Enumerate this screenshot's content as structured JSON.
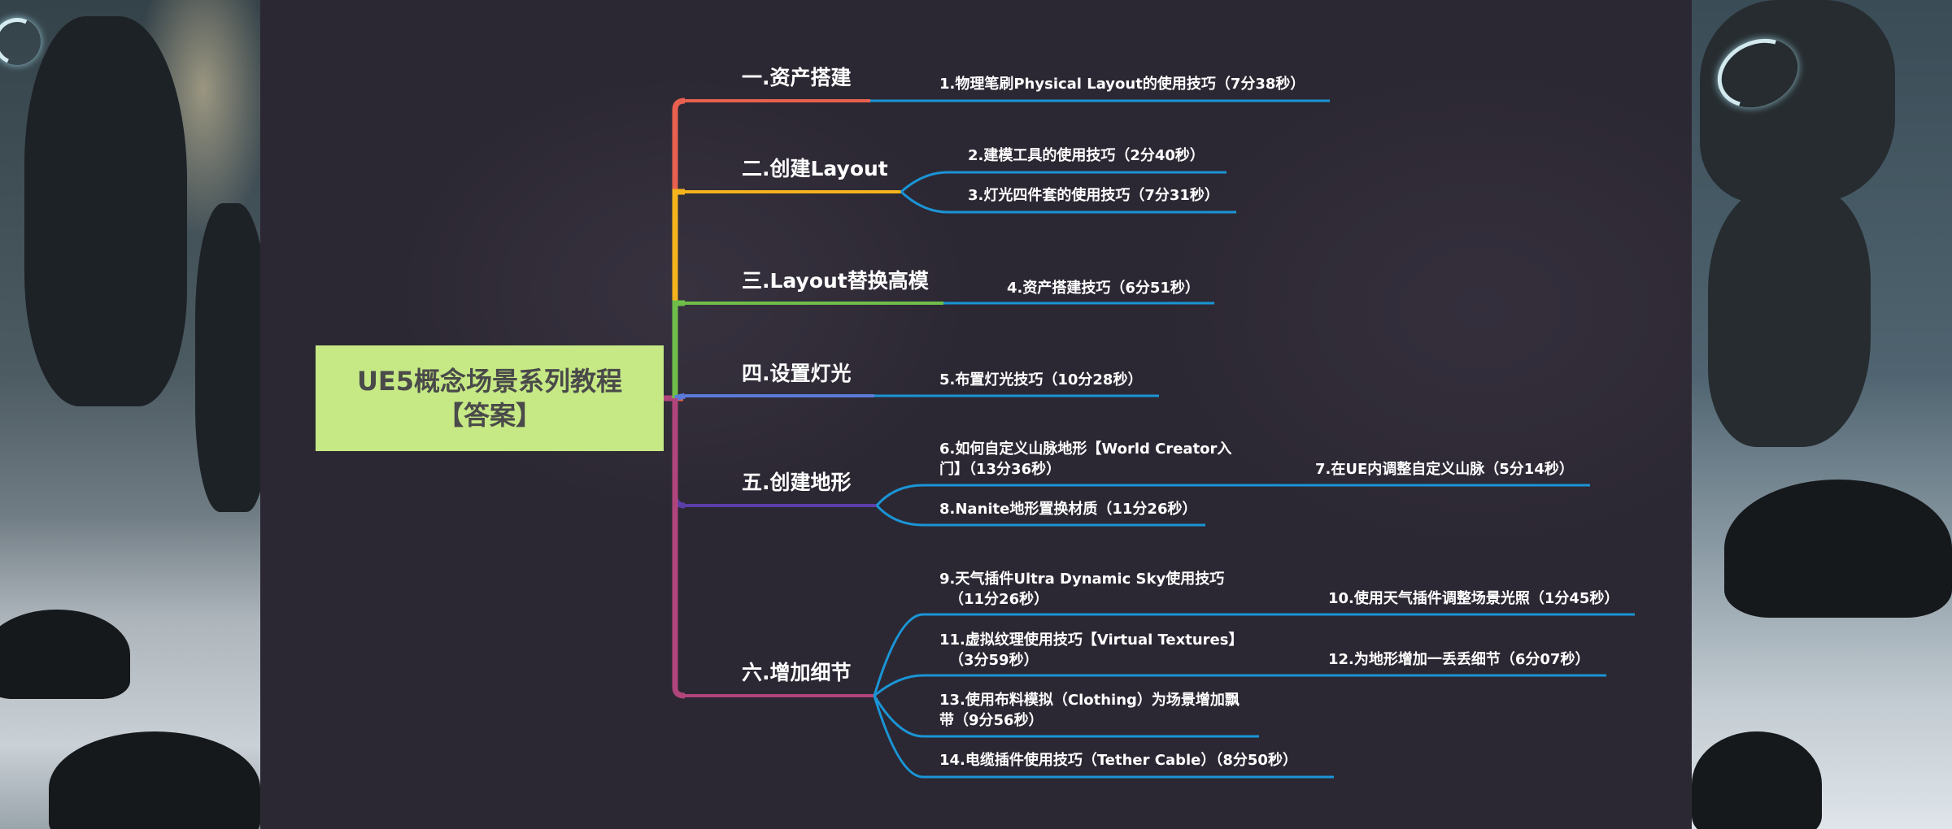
{
  "root": {
    "line1": "UE5概念场景系列教程",
    "line2": "【答案】"
  },
  "colors": {
    "root_fill": "#c6e985",
    "leaf_line": "#1a95d6",
    "cat1": "#e8604f",
    "cat2": "#f5b41c",
    "cat3": "#6fbe4a",
    "cat4": "#5a7bd8",
    "cat5": "#5b3ea8",
    "cat6": "#b0457c"
  },
  "categories": [
    {
      "label": "一.资产搭建",
      "leaves": [
        {
          "label": "1.物理笔刷Physical Layout的使用技巧（7分38秒）"
        }
      ]
    },
    {
      "label": "二.创建Layout",
      "leaves": [
        {
          "label": "2.建模工具的使用技巧（2分40秒）"
        },
        {
          "label": "3.灯光四件套的使用技巧（7分31秒）"
        }
      ]
    },
    {
      "label": "三.Layout替换高模",
      "leaves": [
        {
          "label": "4.资产搭建技巧（6分51秒）"
        }
      ]
    },
    {
      "label": "四.设置灯光",
      "leaves": [
        {
          "label": "5.布置灯光技巧（10分28秒）"
        }
      ]
    },
    {
      "label": "五.创建地形",
      "leaves": [
        {
          "line1": "6.如何自定义山脉地形【World Creator入",
          "line2": "门】（13分36秒）",
          "child": "7.在UE内调整自定义山脉（5分14秒）"
        },
        {
          "label": "8.Nanite地形置换材质（11分26秒）"
        }
      ]
    },
    {
      "label": "六.增加细节",
      "leaves": [
        {
          "line1": "9.天气插件Ultra Dynamic Sky使用技巧",
          "line2": "（11分26秒）",
          "child": "10.使用天气插件调整场景光照（1分45秒）"
        },
        {
          "line1": "11.虚拟纹理使用技巧【Virtual Textures】",
          "line2": "（3分59秒）",
          "child": "12.为地形增加一丢丢细节（6分07秒）"
        },
        {
          "line1": "13.使用布料模拟（Clothing）为场景增加飘",
          "line2": "带（9分56秒）"
        },
        {
          "label": "14.电缆插件使用技巧（Tether Cable）（8分50秒）"
        }
      ]
    }
  ]
}
